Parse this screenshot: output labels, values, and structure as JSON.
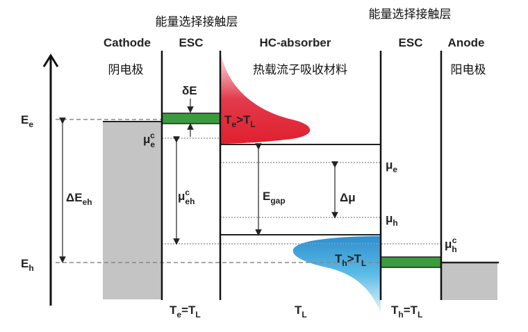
{
  "titles": {
    "esc_left_cn": "能量选择接触层",
    "esc_right_cn": "能量选择接触层"
  },
  "columns": {
    "cathode": "Cathode",
    "esc_left": "ESC",
    "hc_absorber": "HC-absorber",
    "esc_right": "ESC",
    "anode": "Anode",
    "cathode_cn": "阴电极",
    "hc_absorber_cn": "热载流子吸收材料",
    "anode_cn": "阳电极"
  },
  "levels": {
    "ee": [
      "E",
      "e"
    ],
    "eh": [
      "E",
      "h"
    ],
    "delta_eeh": [
      "ΔE",
      "eh"
    ],
    "delta_e": "δE",
    "mu_e_c": [
      "μ",
      "e",
      "c"
    ],
    "mu_eh_c": [
      "μ",
      "eh",
      "c"
    ],
    "egap": [
      "E",
      "gap"
    ],
    "delta_mu": "Δμ",
    "mu_e": [
      "μ",
      "e"
    ],
    "mu_h": [
      "μ",
      "h"
    ],
    "mu_h_c": [
      "μ",
      "h",
      "c"
    ]
  },
  "temperatures": {
    "te_gt_tl": [
      "T",
      "e",
      ">T",
      "L"
    ],
    "th_gt_tl": [
      "T",
      "h",
      ">T",
      "L"
    ],
    "te_eq_tl": [
      "T",
      "e",
      "=T",
      "L"
    ],
    "tl": [
      "T",
      "L"
    ],
    "th_eq_tl": [
      "T",
      "h",
      "=T",
      "L"
    ]
  },
  "colors": {
    "esc_band": "#3a9b3f",
    "electrode": "#c4c4c4",
    "hot_electron": "#e0202e",
    "hot_hole": "#3aa0d8"
  }
}
